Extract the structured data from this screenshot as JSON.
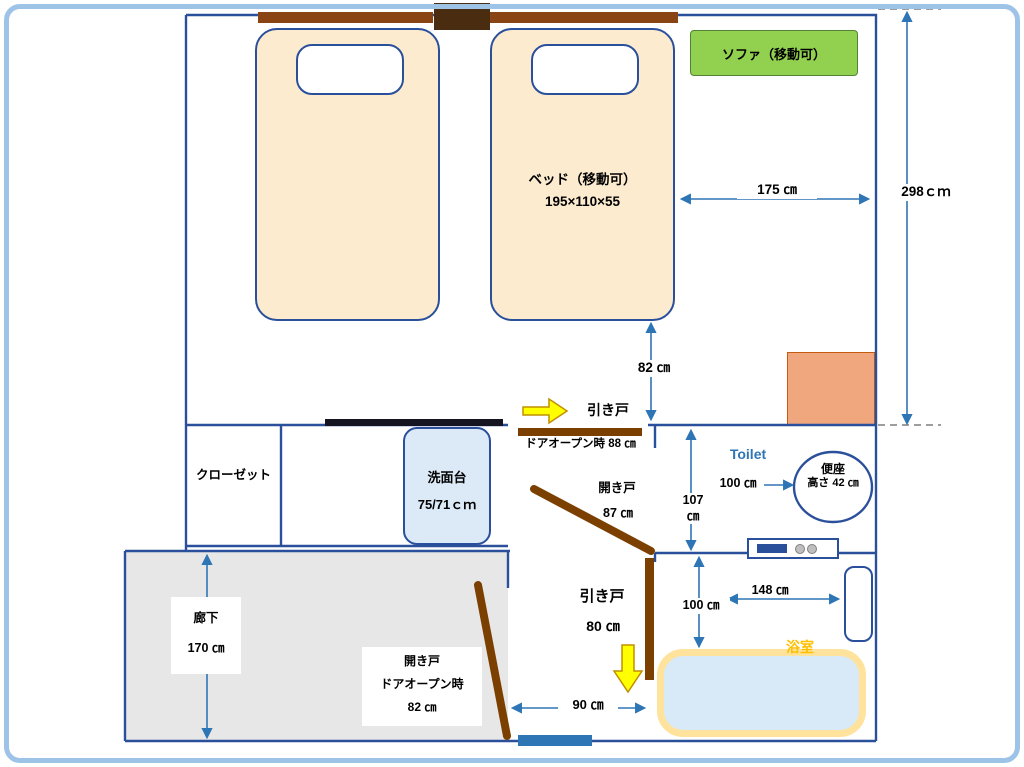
{
  "colors": {
    "frame": "#9DC3E6",
    "wall": "#2A4F9B",
    "arrow": "#2E75B6",
    "bed_fill": "#FCEBCF",
    "sofa_fill": "#92D050",
    "corner_table_fill": "#F1A77E",
    "corridor_fill": "#E8E7E7",
    "bath_fill": "#D8E9F8",
    "bath_border": "#FFE29B",
    "door_brown": "#7B3F00",
    "highlight_yellow": "#FFFF00",
    "toilet_text": "#2E75B6",
    "bath_text": "#FFC000"
  },
  "room": {
    "bed": {
      "title": "ベッド（移動可）",
      "size": "195×110×55"
    },
    "sofa_label": "ソファ（移動可）",
    "closet_label": "クローゼット",
    "washbasin": {
      "name": "洗面台",
      "size": "75/71ｃｍ"
    },
    "toilet": {
      "name": "Toilet",
      "seat_line1": "便座",
      "seat_line2": "高さ 42 ㎝"
    },
    "bathroom_label": "浴室",
    "corridor": {
      "name": "廊下",
      "size": "170 ㎝"
    }
  },
  "doors": {
    "slide_top": {
      "name": "引き戸",
      "open": "ドアオープン時 88 ㎝"
    },
    "hinged_mid": {
      "name": "開き戸",
      "size": "87 ㎝"
    },
    "slide_bottom": {
      "name": "引き戸",
      "size": "80 ㎝"
    },
    "hinged_bottom": {
      "line1": "開き戸",
      "line2": "ドアオープン時",
      "line3": "82 ㎝"
    }
  },
  "dims": {
    "d298": "298ｃｍ",
    "d175": "175 ㎝",
    "d82": "82 ㎝",
    "d107": "107 ㎝",
    "d100_toilet": "100 ㎝",
    "d148": "148 ㎝",
    "d100_bath": "100 ㎝",
    "d90": "90 ㎝"
  }
}
